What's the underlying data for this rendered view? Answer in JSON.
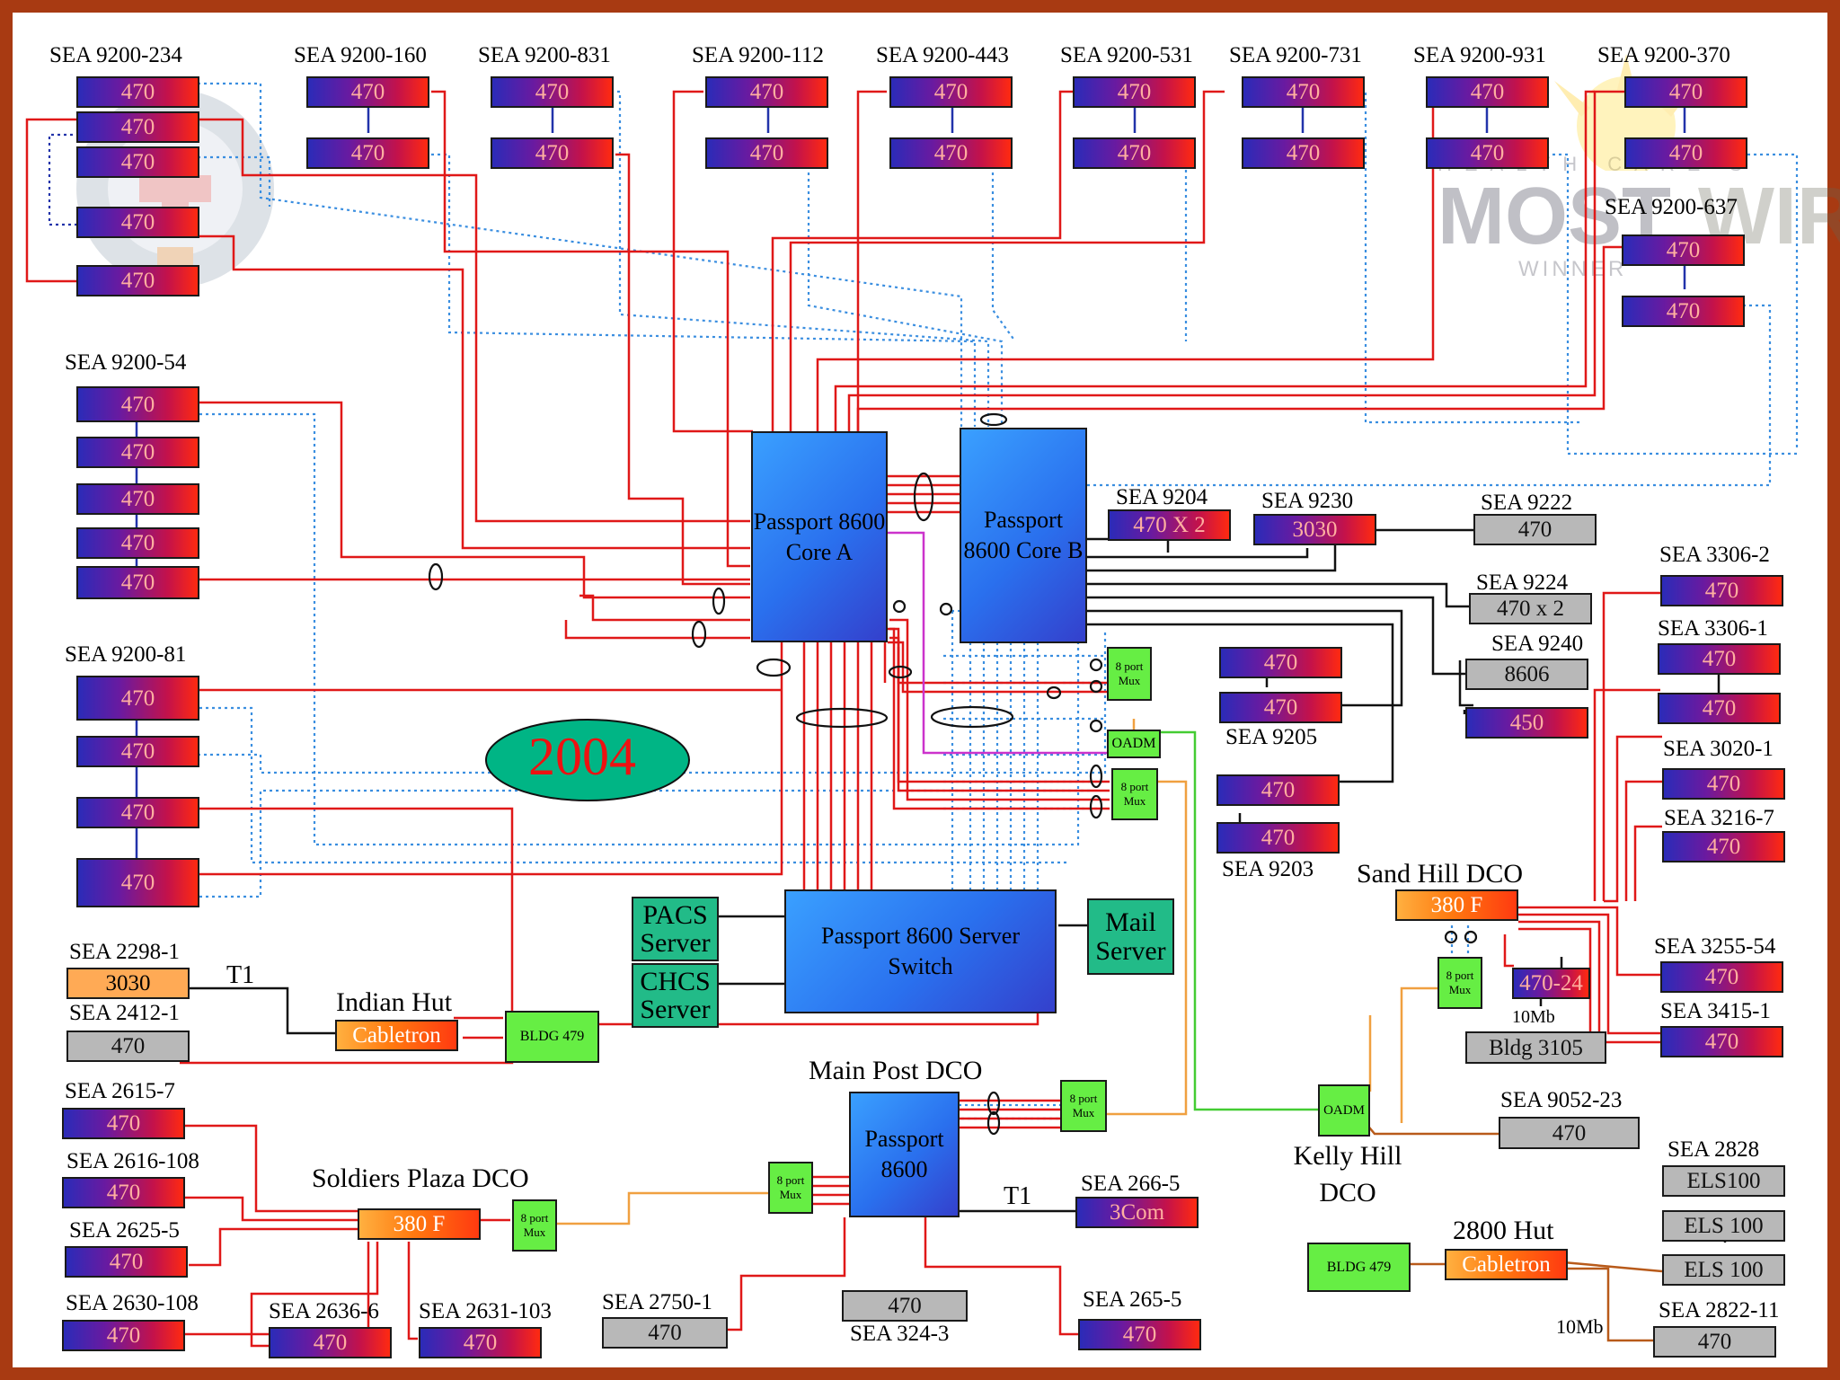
{
  "year_badge": "2004",
  "cores": {
    "core_a": "Passport 8600 Core A",
    "core_b": "Passport 8600 Core B",
    "server_switch": "Passport 8600 Server Switch",
    "main_post": "Passport 8600"
  },
  "servers": {
    "pacs": "PACS Server",
    "chcs": "CHCS Server",
    "mail": "Mail Server"
  },
  "watermark": {
    "most": "MOST",
    "wired": "WIRED",
    "winner": "WINNER",
    "health": "HEALTH CARE'S"
  },
  "labels": {
    "s234": "SEA 9200-234",
    "s160": "SEA 9200-160",
    "s831": "SEA 9200-831",
    "s112": "SEA 9200-112",
    "s443": "SEA 9200-443",
    "s531": "SEA 9200-531",
    "s731": "SEA 9200-731",
    "s931": "SEA 9200-931",
    "s370": "SEA 9200-370",
    "s637": "SEA 9200-637",
    "s54": "SEA 9200-54",
    "s81": "SEA 9200-81",
    "s9204": "SEA 9204",
    "s9230": "SEA 9230",
    "s9222": "SEA 9222",
    "s9224": "SEA 9224",
    "s9240": "SEA 9240",
    "s9205": "SEA 9205",
    "s9203": "SEA 9203",
    "s3306_2": "SEA 3306-2",
    "s3306_1": "SEA 3306-1",
    "s3020_1": "SEA 3020-1",
    "s3216_7": "SEA 3216-7",
    "s3255_54": "SEA 3255-54",
    "s3415_1": "SEA 3415-1",
    "sandhill": "Sand Hill DCO",
    "s9052_23": "SEA 9052-23",
    "kellyhill": "Kelly Hill DCO",
    "s2828": "SEA 2828",
    "hut2800": "2800 Hut",
    "s2822_11": "SEA 2822-11",
    "tenmb_a": "10Mb",
    "tenmb_b": "10Mb",
    "s2298_1": "SEA 2298-1",
    "s2412_1": "SEA 2412-1",
    "indianhut": "Indian Hut",
    "t1_a": "T1",
    "s2615_7": "SEA 2615-7",
    "s2616_108": "SEA 2616-108",
    "s2625_5": "SEA 2625-5",
    "s2630_108": "SEA 2630-108",
    "s2636_6": "SEA 2636-6",
    "s2631_103": "SEA 2631-103",
    "soldiers": "Soldiers Plaza DCO",
    "mainpost": "Main Post DCO",
    "s2750_1": "SEA 2750-1",
    "s324_3": "SEA 324-3",
    "s266_5": "SEA 266-5",
    "s265_5": "SEA 265-5",
    "t1_b": "T1"
  },
  "boxes": {
    "v470": "470",
    "v470x2": "470 X 2",
    "v470x2b": "470 x 2",
    "v3030": "3030",
    "v8606": "8606",
    "v450": "450",
    "v380f": "380 F",
    "v470_24": "470-24",
    "bldg3105": "Bldg 3105",
    "els100a": "ELS100",
    "els100": "ELS 100",
    "cabletron": "Cabletron",
    "bldg479": "BLDG 479",
    "mux": "8 port Mux",
    "oadm": "OADM",
    "c3com": "3Com"
  }
}
